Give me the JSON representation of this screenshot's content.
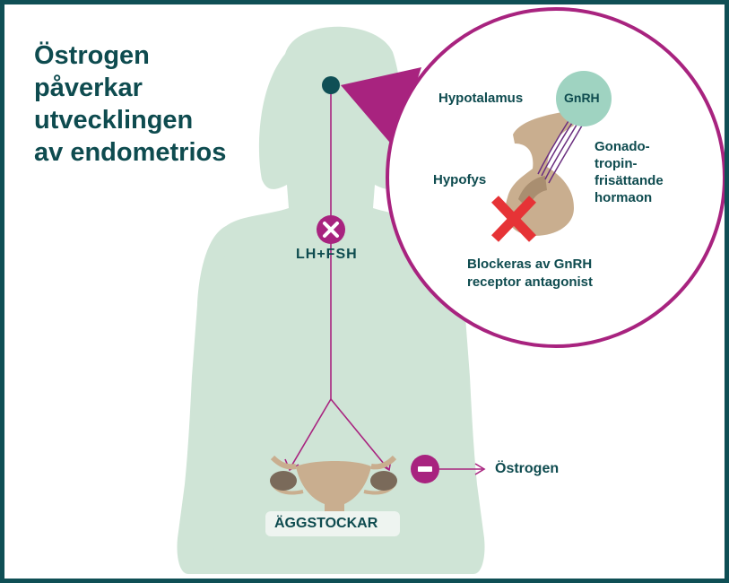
{
  "title": {
    "lines": [
      "Östrogen",
      "påverkar",
      "utvecklingen",
      "av endometrios"
    ]
  },
  "labels": {
    "lh_fsh": "LH+FSH",
    "hypothalamus": "Hypotalamus",
    "gnrh": "GnRH",
    "hypofys": "Hypofys",
    "gonado": [
      "Gonado-",
      "tropin-",
      "frisättande",
      "hormaon"
    ],
    "blocked": [
      "Blockeras av GnRH",
      "receptor antagonist"
    ],
    "ovaries": "ÄGGSTOCKAR",
    "estrogen_out": "Östrogen"
  },
  "colors": {
    "frame": "#0f4f55",
    "body": "#cfe4d6",
    "accent": "#a8237f",
    "text": "#0e4b4f",
    "gland": "#c9ae8f",
    "gnrh_bubble": "#9fd3c1",
    "block_cross": "#e63336"
  },
  "icons": [
    "pituitary-dot-icon",
    "block-x-icon",
    "minus-icon",
    "red-cross-icon",
    "arrow-right-icon"
  ]
}
